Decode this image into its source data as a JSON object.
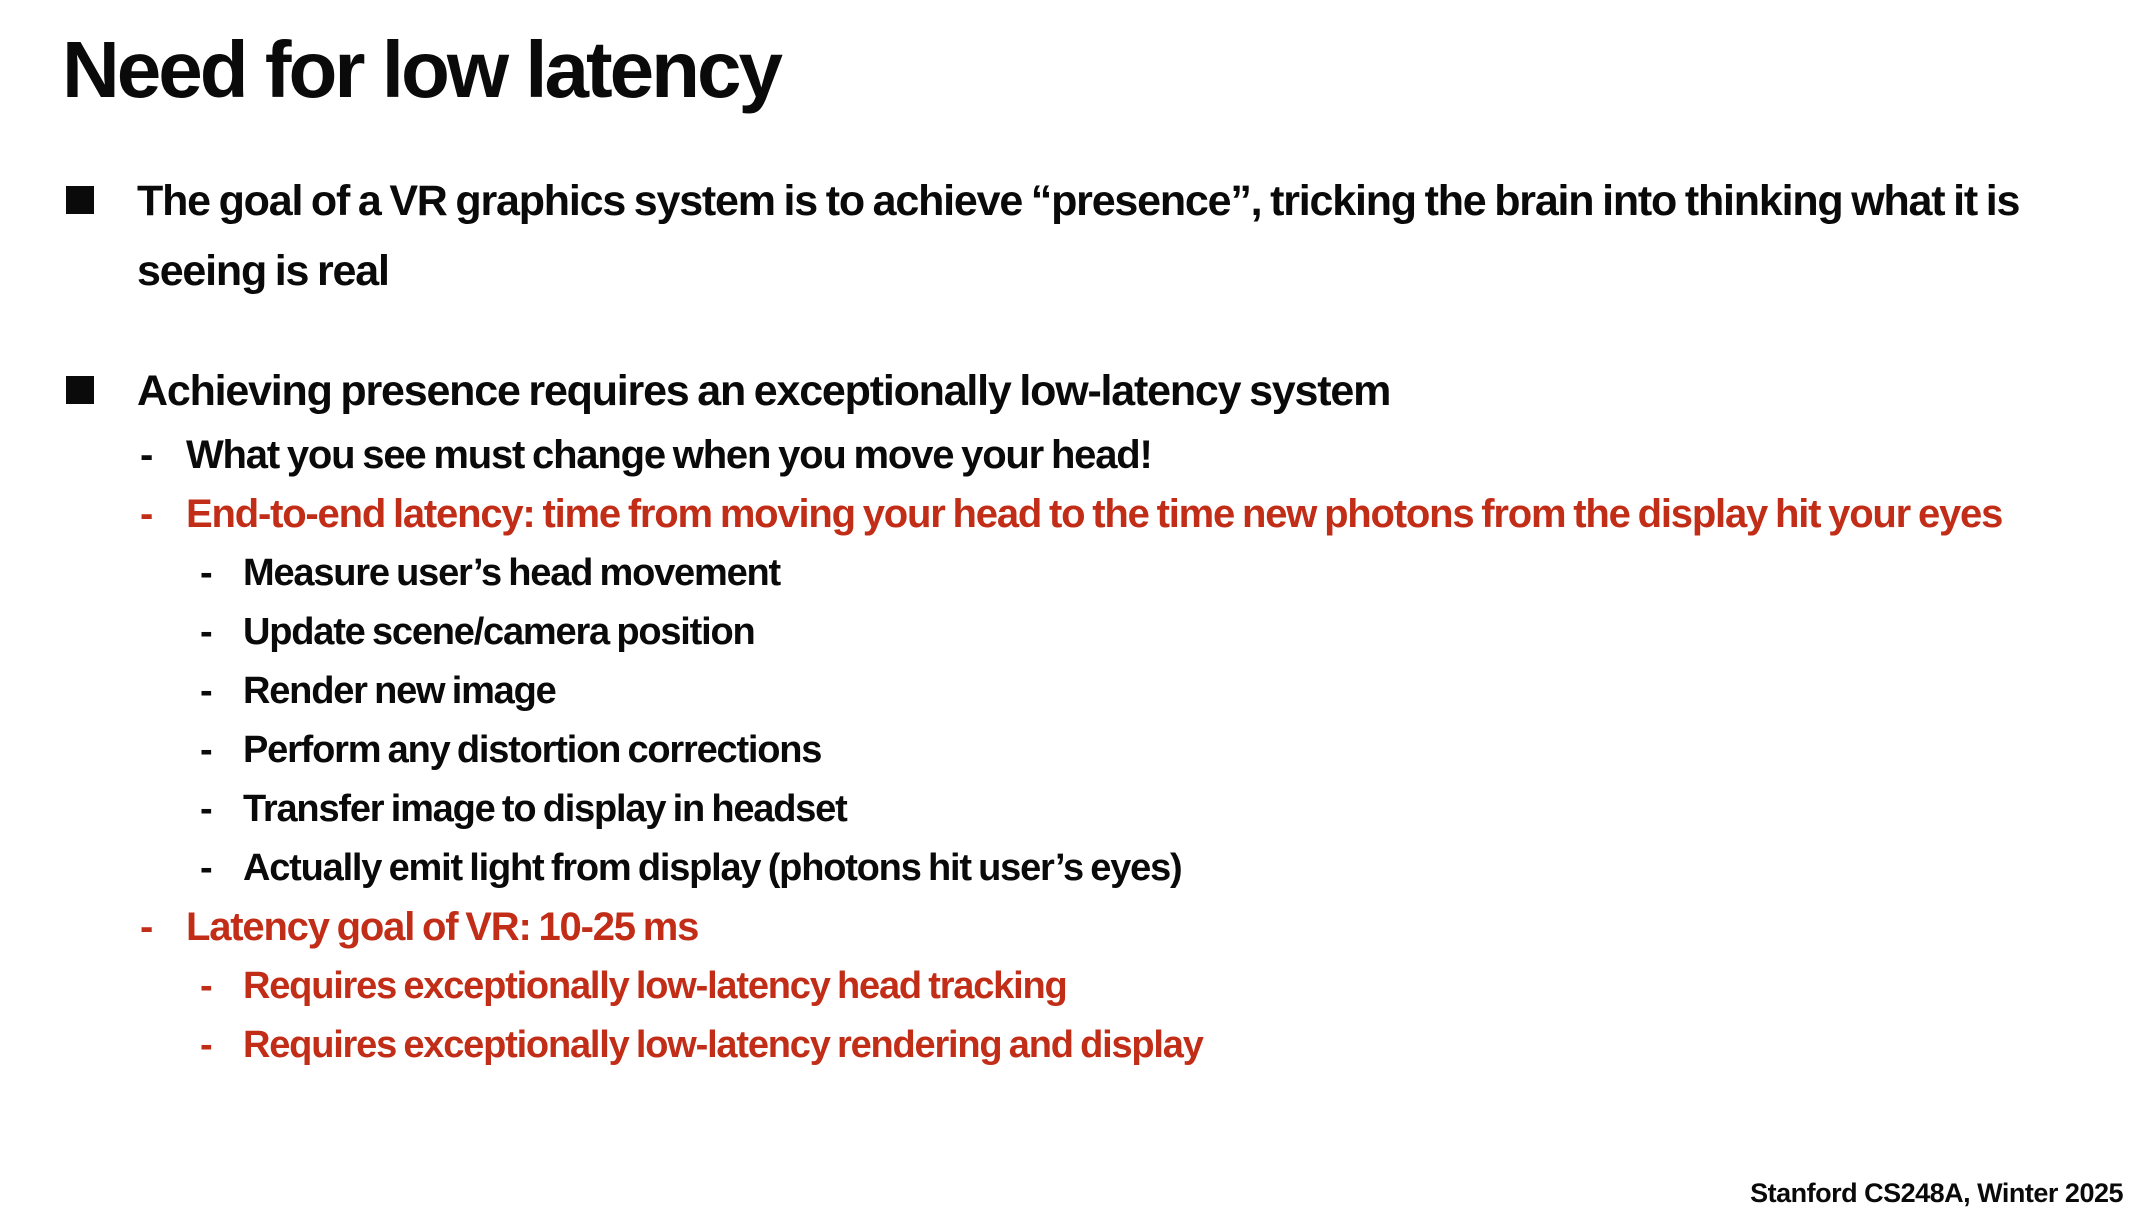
{
  "slide": {
    "title": "Need for low latency",
    "footer": "Stanford CS248A, Winter 2025",
    "colors": {
      "background": "#ffffff",
      "text": "#0a0a0a",
      "accent_red": "#c22d18"
    },
    "bullets": [
      {
        "level": 0,
        "marker": "square",
        "color": "black",
        "gap_before": false,
        "text": "The goal of a VR graphics system is to achieve “presence”, tricking the brain into thinking what it is seeing is real"
      },
      {
        "level": 0,
        "marker": "square",
        "color": "black",
        "gap_before": true,
        "text": "Achieving presence requires an exceptionally low-latency system"
      },
      {
        "level": 1,
        "marker": "dash",
        "color": "black",
        "gap_before": false,
        "text": "What you see must change when you move your head!"
      },
      {
        "level": 1,
        "marker": "dash",
        "color": "red",
        "gap_before": false,
        "text": "End-to-end latency: time from moving your head to the time new photons from the display hit your eyes"
      },
      {
        "level": 2,
        "marker": "dash",
        "color": "black",
        "gap_before": false,
        "text": "Measure user’s head movement"
      },
      {
        "level": 2,
        "marker": "dash",
        "color": "black",
        "gap_before": false,
        "text": "Update scene/camera position"
      },
      {
        "level": 2,
        "marker": "dash",
        "color": "black",
        "gap_before": false,
        "text": "Render new image"
      },
      {
        "level": 2,
        "marker": "dash",
        "color": "black",
        "gap_before": false,
        "text": "Perform any distortion corrections"
      },
      {
        "level": 2,
        "marker": "dash",
        "color": "black",
        "gap_before": false,
        "text": "Transfer image to display in headset"
      },
      {
        "level": 2,
        "marker": "dash",
        "color": "black",
        "gap_before": false,
        "text": "Actually emit light from display (photons hit user’s eyes)"
      },
      {
        "level": 1,
        "marker": "dash",
        "color": "red",
        "gap_before": false,
        "text": "Latency goal of VR: 10-25 ms"
      },
      {
        "level": 2,
        "marker": "dash",
        "color": "red",
        "gap_before": false,
        "text": "Requires exceptionally low-latency head tracking"
      },
      {
        "level": 2,
        "marker": "dash",
        "color": "red",
        "gap_before": false,
        "text": "Requires exceptionally low-latency rendering and display"
      }
    ]
  }
}
